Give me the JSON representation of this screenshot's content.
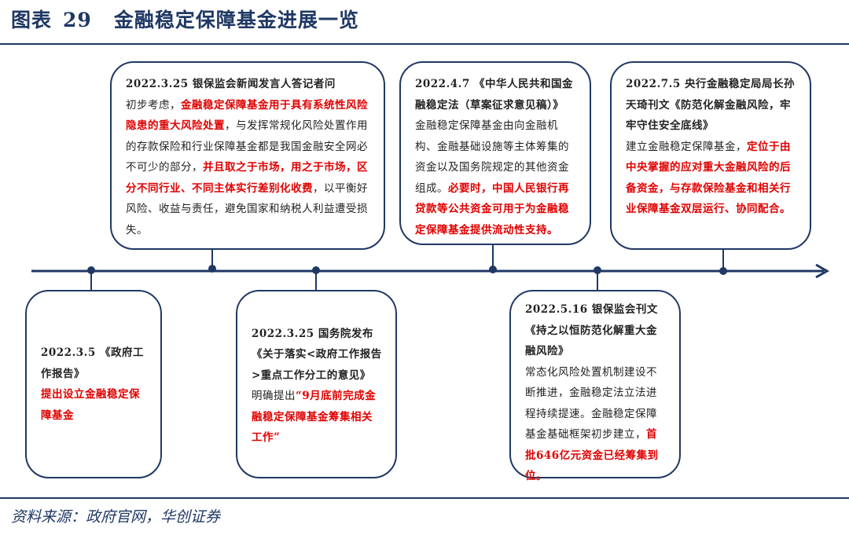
{
  "header": {
    "figure_label": "图表",
    "figure_number": "29",
    "title": "金融稳定保障基金进展一览"
  },
  "timeline_events": [
    {
      "heading": "2022.3.25 银保监会新闻发言人答记者问",
      "segments": [
        {
          "text": "初步考虑，",
          "style": "normal"
        },
        {
          "text": "金融稳定保障基金用于具有系统性风险隐患的重大风险处置",
          "style": "red"
        },
        {
          "text": "，与发挥常规化风险处置作用的存款保险和行业保障基金都是我国金融安全网必不可少的部分，",
          "style": "normal"
        },
        {
          "text": "并且取之于市场，用之于市场，区分不同行业、不同主体实行差别化收费",
          "style": "red"
        },
        {
          "text": "，以平衡好风险、收益与责任，避免国家和纳税人利益遭受损失。",
          "style": "normal"
        }
      ]
    },
    {
      "heading": "2022.4.7 《中华人民共和国金融稳定法（草案征求意见稿）》",
      "segments": [
        {
          "text": "金融稳定保障基金由向金融机构、金融基础设施等主体筹集的资金以及国务院规定的其他资金组成。",
          "style": "normal"
        },
        {
          "text": "必要时，中国人民银行再贷款等公共资金可用于为金融稳定保障基金提供流动性支持。",
          "style": "red"
        }
      ]
    },
    {
      "heading": "2022.7.5 央行金融稳定局局长孙天琦刊文《防范化解金融风险，牢牢守住安全底线》",
      "segments": [
        {
          "text": "建立金融稳定保障基金，",
          "style": "normal"
        },
        {
          "text": "定位于由中央掌握的应对重大金融风险的后备资金，与存款保险基金和相关行业保障基金双层运行、协同配合。",
          "style": "red"
        }
      ]
    },
    {
      "heading": "2022.3.5 《政府工作报告》",
      "segments": [
        {
          "text": "提出设立金融稳定保障基金",
          "style": "red"
        }
      ]
    },
    {
      "heading": "2022.3.25 国务院发布《关于落实<政府工作报告>重点工作分工的意见》",
      "segments": [
        {
          "text": "明确提出",
          "style": "normal"
        },
        {
          "text": "“9月底前完成金融稳定保障基金筹集相关工作”",
          "style": "red"
        }
      ]
    },
    {
      "heading": "2022.5.16 银保监会刊文《持之以恒防范化解重大金融风险》",
      "segments": [
        {
          "text": "常态化风险处置机制建设不断推进，金融稳定法立法进程持续提速。金融稳定保障基金基础框架初步建立，",
          "style": "normal"
        },
        {
          "text": "首批646亿元资金已经筹集到位。",
          "style": "red"
        }
      ]
    }
  ],
  "footer": {
    "source": "资料来源：政府官网，华创证券"
  },
  "colors": {
    "navy": "#1f3864",
    "red": "#e00000"
  }
}
